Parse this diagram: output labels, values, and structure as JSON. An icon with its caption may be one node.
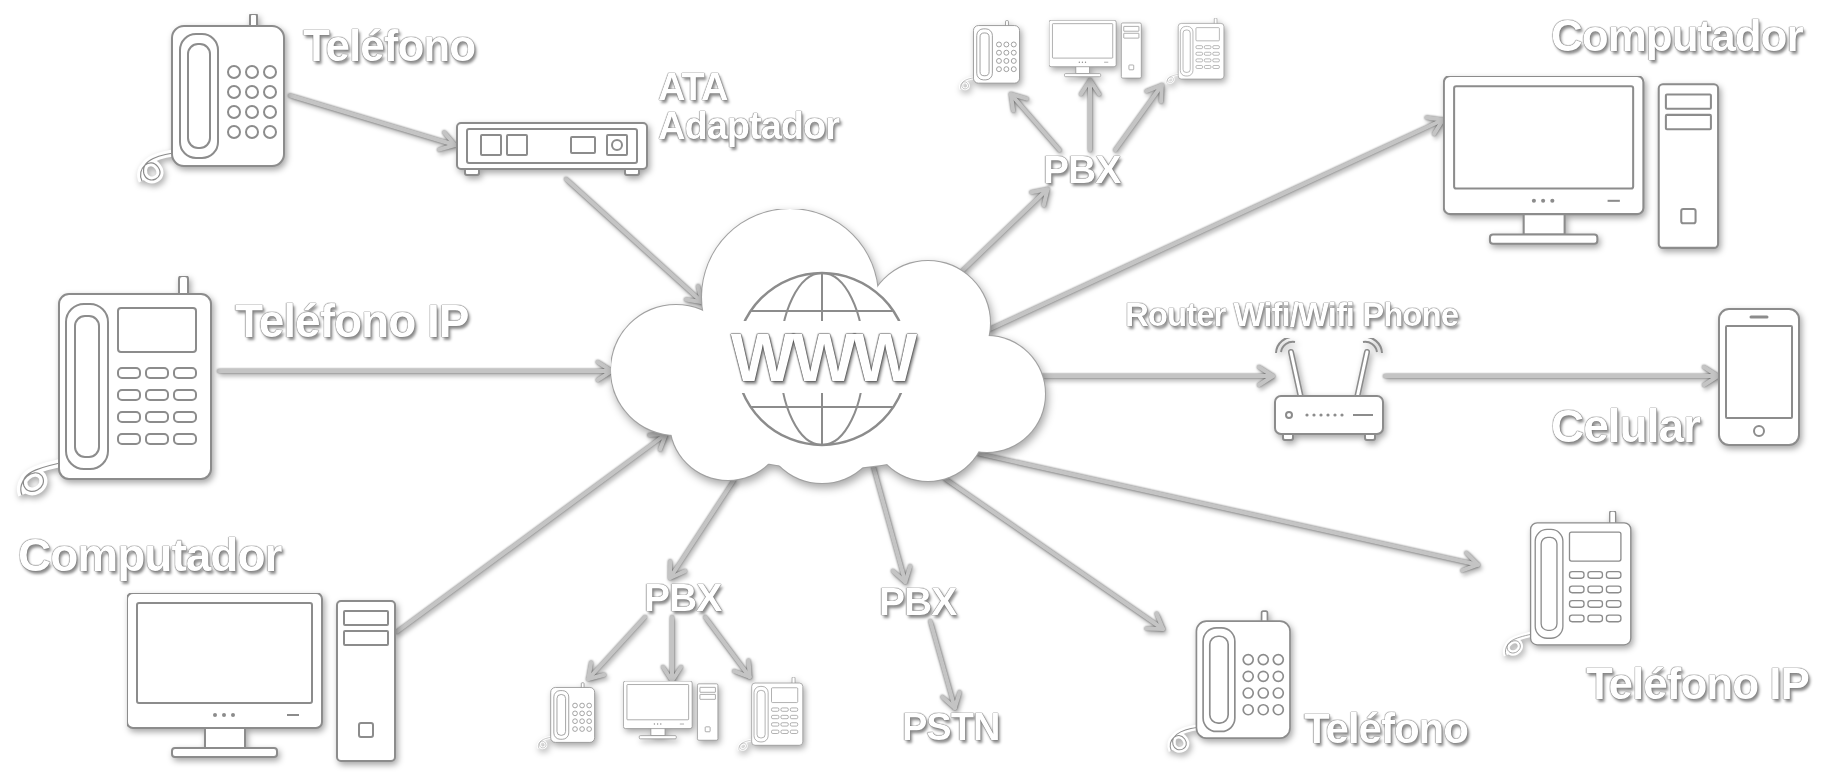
{
  "diagram": {
    "nodes": [
      {
        "text": [],
        "shape": "picture",
        "beside": [
          "Teléfono"
        ]
      },
      {
        "text": [],
        "shape": "picture",
        "beside": [
          "ATA Adaptador"
        ]
      },
      {
        "text": [
          "WWW"
        ]
      },
      {
        "text": [],
        "shape": "picture",
        "beside": [
          "Teléfono IP"
        ]
      },
      {
        "text": [],
        "shape": "picture",
        "beside": [
          "Computador"
        ]
      },
      {
        "text": [
          "PBX"
        ]
      },
      {
        "text": [],
        "shape": "picture"
      },
      {
        "text": [],
        "shape": "picture"
      },
      {
        "text": [],
        "shape": "picture"
      },
      {
        "text": [],
        "shape": "picture",
        "beside": [
          "Computador"
        ]
      },
      {
        "text": [],
        "shape": "picture",
        "beside": [
          "Router Wifi/Wifi Phone"
        ]
      },
      {
        "text": [],
        "shape": "picture",
        "beside": [
          "Celular"
        ]
      },
      {
        "text": [],
        "shape": "picture",
        "beside": [
          "Teléfono IP"
        ]
      },
      {
        "text": [],
        "shape": "picture",
        "beside": [
          "Teléfono"
        ]
      },
      {
        "text": [
          "PBX"
        ]
      },
      {
        "text": [],
        "shape": "picture"
      },
      {
        "text": [],
        "shape": "picture"
      },
      {
        "text": [],
        "shape": "picture"
      },
      {
        "text": [
          "PBX"
        ]
      },
      {
        "text": [
          "PSTN"
        ]
      }
    ],
    "edges": [
      {
        "from": 0,
        "to": 1,
        "arrow": "to"
      },
      {
        "from": 1,
        "to": 2,
        "arrow": "to"
      },
      {
        "from": 3,
        "to": 2,
        "arrow": "to"
      },
      {
        "from": 4,
        "to": 2,
        "arrow": "to"
      },
      {
        "from": 2,
        "to": 5,
        "arrow": "to"
      },
      {
        "from": 5,
        "to": 6,
        "arrow": "to"
      },
      {
        "from": 5,
        "to": 7,
        "arrow": "to"
      },
      {
        "from": 5,
        "to": 8,
        "arrow": "to"
      },
      {
        "from": 2,
        "to": 9,
        "arrow": "to"
      },
      {
        "from": 2,
        "to": 10,
        "arrow": "to"
      },
      {
        "from": 10,
        "to": 11,
        "arrow": "to"
      },
      {
        "from": 2,
        "to": 12,
        "arrow": "to"
      },
      {
        "from": 2,
        "to": 13,
        "arrow": "to"
      },
      {
        "from": 2,
        "to": 18,
        "arrow": "to"
      },
      {
        "from": 18,
        "to": 19,
        "arrow": "to"
      },
      {
        "from": 2,
        "to": 14,
        "arrow": "to"
      },
      {
        "from": 14,
        "to": 15,
        "arrow": "to"
      },
      {
        "from": 14,
        "to": 16,
        "arrow": "to"
      },
      {
        "from": 14,
        "to": 17,
        "arrow": "to"
      }
    ]
  }
}
